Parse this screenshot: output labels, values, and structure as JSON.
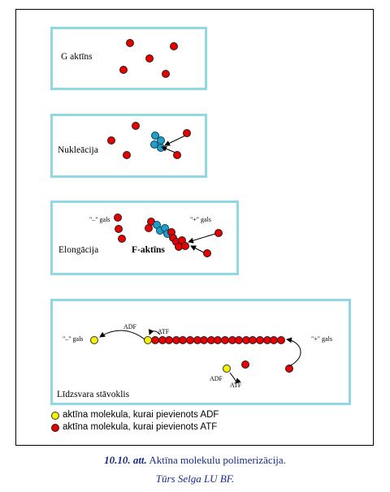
{
  "panels": {
    "g_actin": {
      "title": "G aktīns"
    },
    "nucleation": {
      "title": "Nukleācija"
    },
    "elongation": {
      "title": "Elongācija",
      "f_actin": "F-aktīns",
      "minus_end": "\"–\" gals",
      "plus_end": "\"+\" gals"
    },
    "equilibrium": {
      "title": "Līdzsvara stāvoklis",
      "minus_end": "\"–\" gals",
      "plus_end": "\"+\" gals",
      "adf_top": "ADF",
      "atf_top": "ATF",
      "adf_bottom": "ADF",
      "atf_bottom": "ATF"
    }
  },
  "legend": {
    "adf": "aktīna molekula, kurai pievienots ADF",
    "atf": "aktīna molekula, kurai pievienots ATF"
  },
  "caption": {
    "number": "10.10. att.",
    "title": "Aktīna molekulu polimerizācija.",
    "credit": "Tūrs Selga LU BF."
  },
  "colors": {
    "atf_molecule": "#e80000",
    "adf_molecule": "#f4f000",
    "nucleus": "#1f9fc8",
    "panel_border": "#8fd8e4"
  }
}
